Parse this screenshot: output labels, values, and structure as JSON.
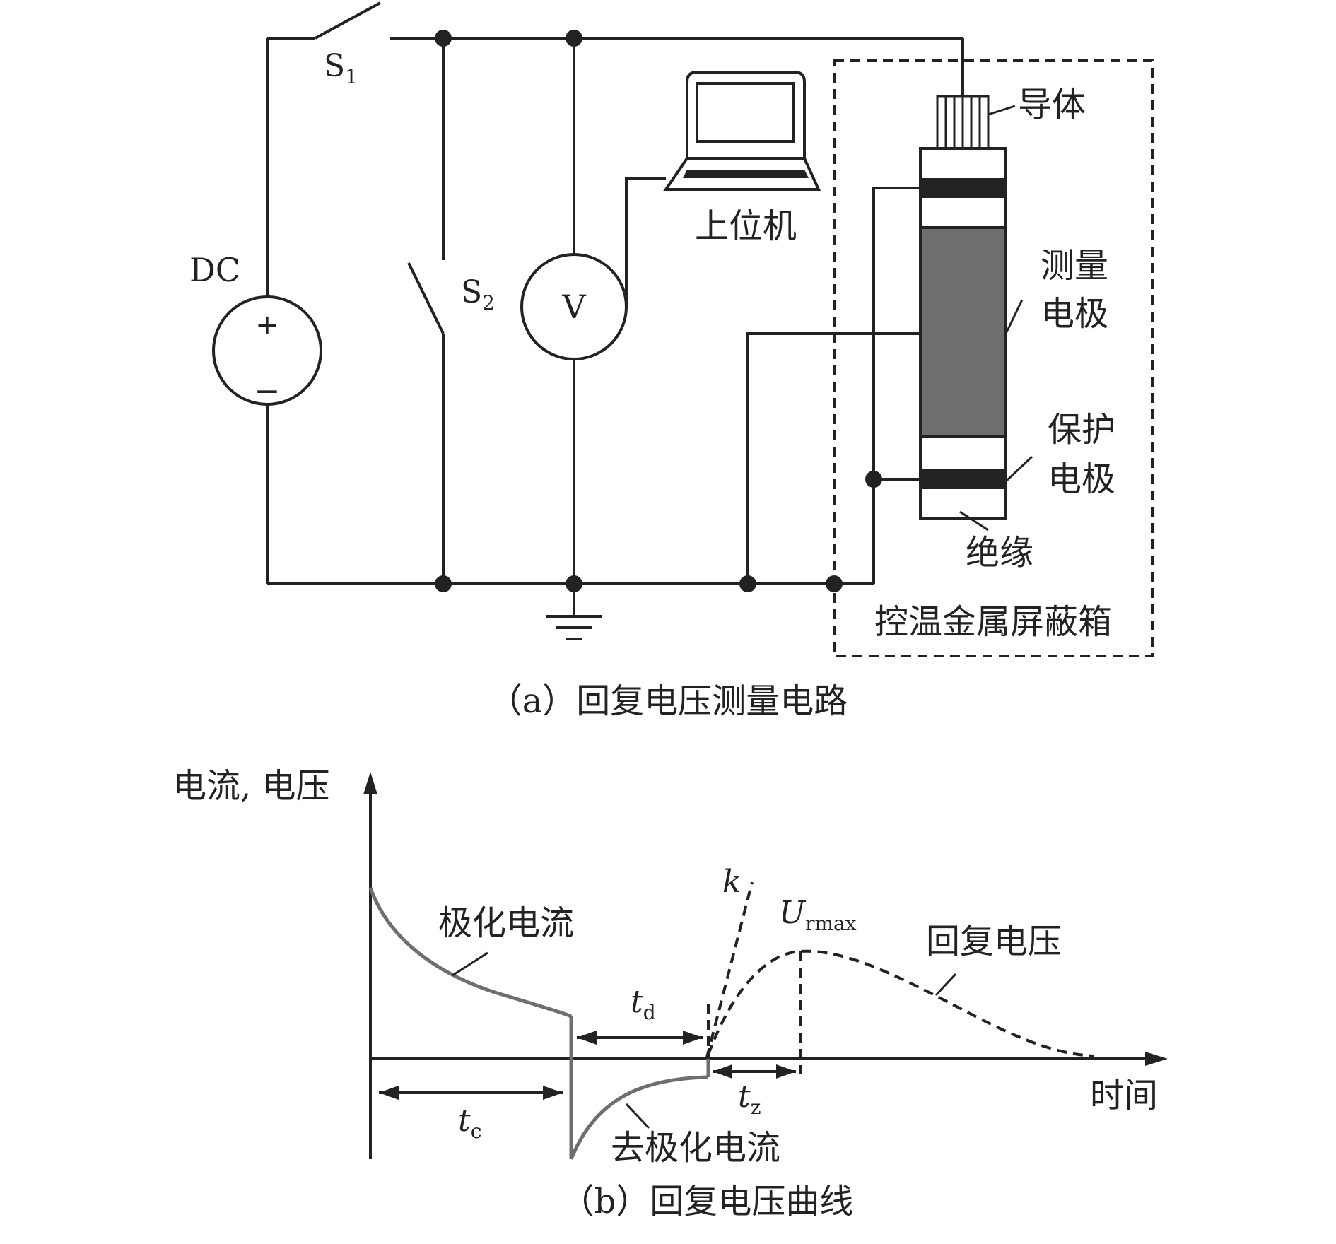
{
  "circuit": {
    "switch_s1": {
      "letter": "S",
      "sub": "1"
    },
    "switch_s2": {
      "letter": "S",
      "sub": "2"
    },
    "dc_label": "DC",
    "dc_plus": "+",
    "dc_minus": "−",
    "voltmeter": "V",
    "computer_label": "上位机",
    "conductor_label": "导体",
    "measure_electrode": [
      "测量",
      "电极"
    ],
    "guard_electrode": [
      "保护",
      "电极"
    ],
    "insulation_label": "绝缘",
    "box_label": "控温金属屏蔽箱",
    "caption": "（a）回复电压测量电路"
  },
  "plot": {
    "y_axis_label": "电流, 电压",
    "x_axis_label": "时间",
    "polarization_current": "极化电流",
    "depolarization_current": "去极化电流",
    "recovery_voltage": "回复电压",
    "k_label": "k",
    "urmax": {
      "letter": "U",
      "sub": "rmax"
    },
    "tc": {
      "letter": "t",
      "sub": "c"
    },
    "td": {
      "letter": "t",
      "sub": "d"
    },
    "tz": {
      "letter": "t",
      "sub": "z"
    },
    "caption": "（b）回复电压曲线"
  }
}
